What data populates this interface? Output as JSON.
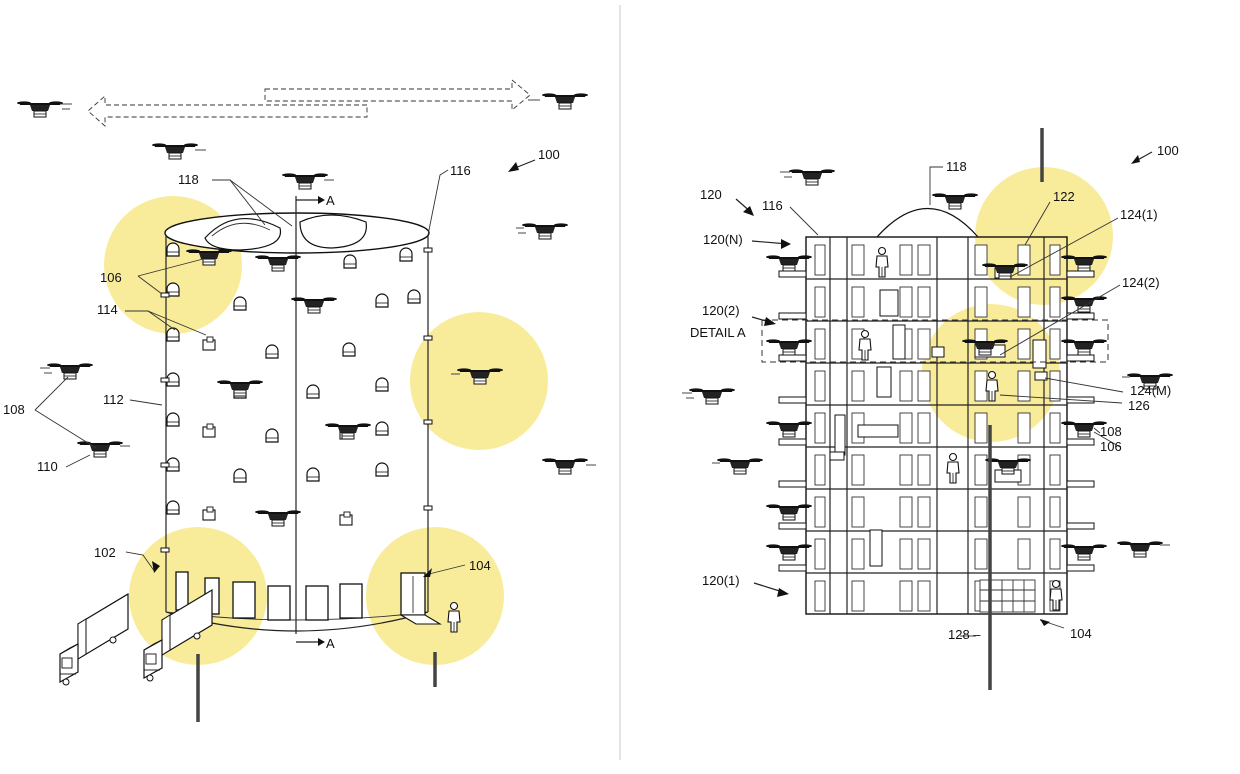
{
  "figure_left": {
    "ref_100": "100",
    "ref_116": "116",
    "ref_118": "118",
    "ref_106": "106",
    "ref_114": "114",
    "ref_112": "112",
    "ref_108": "108",
    "ref_110": "110",
    "ref_102": "102",
    "ref_104": "104",
    "section_top": "A",
    "section_bottom": "A"
  },
  "figure_right": {
    "ref_100": "100",
    "ref_118": "118",
    "ref_120": "120",
    "ref_116": "116",
    "ref_120N": "120(N)",
    "ref_122": "122",
    "ref_124_1": "124(1)",
    "ref_124_2": "124(2)",
    "ref_120_2": "120(2)",
    "detail_a": "DETAIL A",
    "ref_124M": "124(M)",
    "ref_126": "126",
    "ref_108": "108",
    "ref_106": "106",
    "ref_120_1": "120(1)",
    "ref_128": "128 –",
    "ref_104": "104"
  }
}
